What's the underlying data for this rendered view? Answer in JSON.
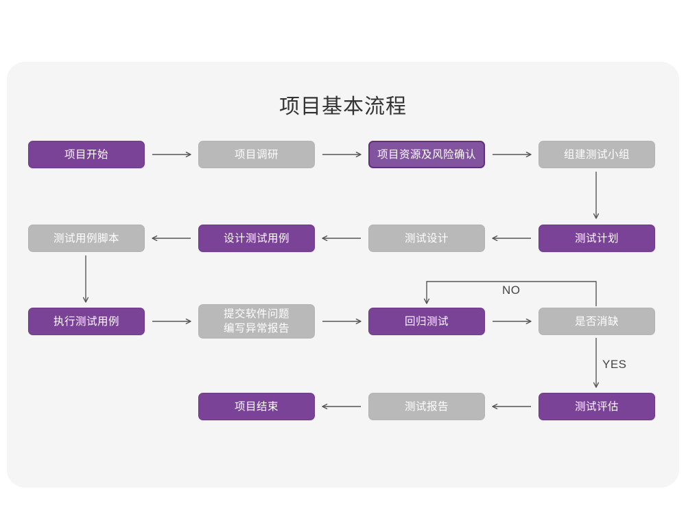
{
  "page": {
    "title": "项目基本流程",
    "background": "#ffffff",
    "panel_color": "#f5f5f5"
  },
  "palette": {
    "purple": "#7b4397",
    "purple_outline_fill": "#8254a0",
    "purple_outline_border": "#5f2f7c",
    "gray": "#b9b9b9",
    "arrow": "#555555",
    "title_text": "#333333",
    "node_text": "#ffffff"
  },
  "chart_data": {
    "type": "diagram",
    "title": "项目基本流程",
    "nodes": [
      {
        "id": "n1",
        "label": "项目开始",
        "style": "purple",
        "row": 1,
        "col": 1
      },
      {
        "id": "n2",
        "label": "项目调研",
        "style": "gray",
        "row": 1,
        "col": 2
      },
      {
        "id": "n3",
        "label": "项目资源及风险确认",
        "style": "purple-outline",
        "row": 1,
        "col": 3
      },
      {
        "id": "n4",
        "label": "组建测试小组",
        "style": "gray",
        "row": 1,
        "col": 4
      },
      {
        "id": "n5",
        "label": "测试用例脚本",
        "style": "gray",
        "row": 2,
        "col": 1
      },
      {
        "id": "n6",
        "label": "设计测试用例",
        "style": "purple",
        "row": 2,
        "col": 2
      },
      {
        "id": "n7",
        "label": "测试设计",
        "style": "gray",
        "row": 2,
        "col": 3
      },
      {
        "id": "n8",
        "label": "测试计划",
        "style": "purple",
        "row": 2,
        "col": 4
      },
      {
        "id": "n9",
        "label": "执行测试用例",
        "style": "purple",
        "row": 3,
        "col": 1
      },
      {
        "id": "n10",
        "label": "提交软件问题\n编写异常报告",
        "style": "gray",
        "row": 3,
        "col": 2
      },
      {
        "id": "n11",
        "label": "回归测试",
        "style": "purple",
        "row": 3,
        "col": 3
      },
      {
        "id": "n12",
        "label": "是否消缺",
        "style": "gray",
        "row": 3,
        "col": 4
      },
      {
        "id": "n13",
        "label": "项目结束",
        "style": "purple",
        "row": 4,
        "col": 2
      },
      {
        "id": "n14",
        "label": "测试报告",
        "style": "gray",
        "row": 4,
        "col": 3
      },
      {
        "id": "n15",
        "label": "测试评估",
        "style": "purple",
        "row": 4,
        "col": 4
      }
    ],
    "edges": [
      {
        "from": "n1",
        "to": "n2",
        "dir": "right",
        "label": ""
      },
      {
        "from": "n2",
        "to": "n3",
        "dir": "right",
        "label": ""
      },
      {
        "from": "n3",
        "to": "n4",
        "dir": "right",
        "label": ""
      },
      {
        "from": "n4",
        "to": "n8",
        "dir": "down",
        "label": ""
      },
      {
        "from": "n8",
        "to": "n7",
        "dir": "left",
        "label": ""
      },
      {
        "from": "n7",
        "to": "n6",
        "dir": "left",
        "label": ""
      },
      {
        "from": "n6",
        "to": "n5",
        "dir": "left",
        "label": ""
      },
      {
        "from": "n5",
        "to": "n9",
        "dir": "down",
        "label": ""
      },
      {
        "from": "n9",
        "to": "n10",
        "dir": "right",
        "label": ""
      },
      {
        "from": "n10",
        "to": "n11",
        "dir": "right",
        "label": ""
      },
      {
        "from": "n11",
        "to": "n12",
        "dir": "right",
        "label": ""
      },
      {
        "from": "n12",
        "to": "n11",
        "dir": "loop-up-left",
        "label": "NO"
      },
      {
        "from": "n12",
        "to": "n15",
        "dir": "down",
        "label": "YES"
      },
      {
        "from": "n15",
        "to": "n14",
        "dir": "left",
        "label": ""
      },
      {
        "from": "n14",
        "to": "n13",
        "dir": "left",
        "label": ""
      }
    ],
    "edge_labels": [
      {
        "id": "no",
        "text": "NO"
      },
      {
        "id": "yes",
        "text": "YES"
      }
    ]
  },
  "nodes": {
    "n1": {
      "label": "项目开始"
    },
    "n2": {
      "label": "项目调研"
    },
    "n3": {
      "label": "项目资源及风险确认"
    },
    "n4": {
      "label": "组建测试小组"
    },
    "n5": {
      "label": "测试用例脚本"
    },
    "n6": {
      "label": "设计测试用例"
    },
    "n7": {
      "label": "测试设计"
    },
    "n8": {
      "label": "测试计划"
    },
    "n9": {
      "label": "执行测试用例"
    },
    "n10": {
      "label_line1": "提交软件问题",
      "label_line2": "编写异常报告"
    },
    "n11": {
      "label": "回归测试"
    },
    "n12": {
      "label": "是否消缺"
    },
    "n13": {
      "label": "项目结束"
    },
    "n14": {
      "label": "测试报告"
    },
    "n15": {
      "label": "测试评估"
    }
  },
  "labels": {
    "no": "NO",
    "yes": "YES"
  }
}
